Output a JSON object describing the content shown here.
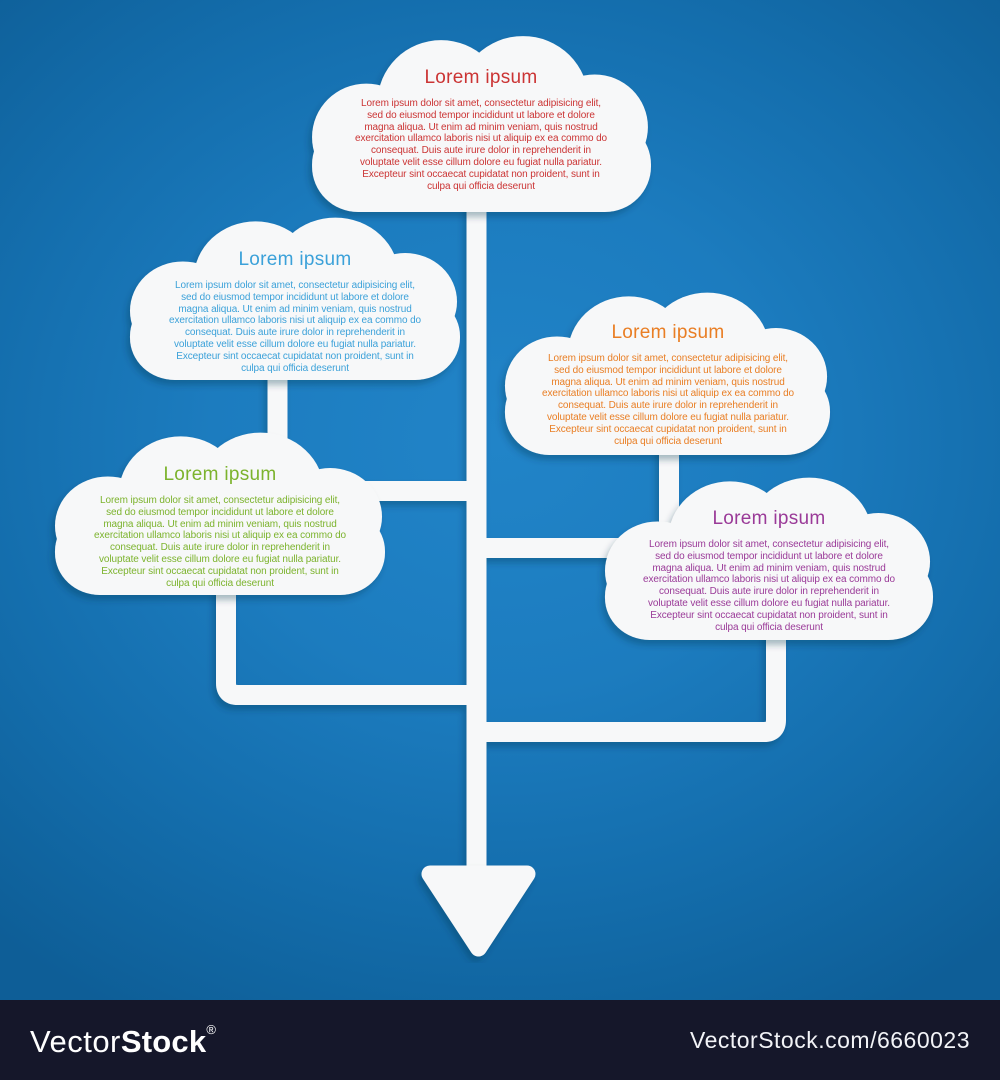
{
  "clouds": [
    {
      "id": "top",
      "title": "Lorem ipsum",
      "color": "#cb3434",
      "body": "Lorem ipsum dolor sit amet, consectetur adipisicing elit, sed do eiusmod tempor incididunt ut labore et dolore magna aliqua. Ut enim ad minim veniam, quis nostrud exercitation ullamco laboris nisi ut aliquip ex ea commo do consequat. Duis aute irure dolor in reprehenderit in voluptate velit esse cillum dolore eu fugiat nulla pariatur. Excepteur sint occaecat cupidatat non proident, sunt in culpa qui officia deserunt"
    },
    {
      "id": "left-upper",
      "title": "Lorem ipsum",
      "color": "#3ba1d9",
      "body": "Lorem ipsum dolor sit amet, consectetur adipisicing elit, sed do eiusmod tempor incididunt ut labore et dolore magna aliqua. Ut enim ad minim veniam, quis nostrud exercitation ullamco laboris nisi ut aliquip ex ea commo do consequat. Duis aute irure dolor in reprehenderit in voluptate velit esse cillum dolore eu fugiat nulla pariatur. Excepteur sint occaecat cupidatat non proident, sunt in culpa qui officia deserunt"
    },
    {
      "id": "right-upper",
      "title": "Lorem ipsum",
      "color": "#e97e24",
      "body": "Lorem ipsum dolor sit amet, consectetur adipisicing elit, sed do eiusmod tempor incididunt ut labore et dolore magna aliqua. Ut enim ad minim veniam, quis nostrud exercitation ullamco laboris nisi ut aliquip ex ea commo do consequat. Duis aute irure dolor in reprehenderit in voluptate velit esse cillum dolore eu fugiat nulla pariatur. Excepteur sint occaecat cupidatat non proident, sunt in culpa qui officia deserunt"
    },
    {
      "id": "left-lower",
      "title": "Lorem ipsum",
      "color": "#7cb32d",
      "body": "Lorem ipsum dolor sit amet, consectetur adipisicing elit, sed do eiusmod tempor incididunt ut labore et dolore magna aliqua. Ut enim ad minim veniam, quis nostrud exercitation ullamco laboris nisi ut aliquip ex ea commo do consequat. Duis aute irure dolor in reprehenderit in voluptate velit esse cillum dolore eu fugiat nulla pariatur. Excepteur sint occaecat cupidatat non proident, sunt in culpa qui officia deserunt"
    },
    {
      "id": "right-lower",
      "title": "Lorem ipsum",
      "color": "#9a3a98",
      "body": "Lorem ipsum dolor sit amet, consectetur adipisicing elit, sed do eiusmod tempor incididunt ut labore et dolore magna aliqua. Ut enim ad minim veniam, quis nostrud exercitation ullamco laboris nisi ut aliquip ex ea commo do consequat. Duis aute irure dolor in reprehenderit in voluptate velit esse cillum dolore eu fugiat nulla pariatur. Excepteur sint occaecat cupidatat non proident, sunt in culpa qui officia deserunt"
    }
  ],
  "colors": {
    "background_center": "#2184c8",
    "background_edge": "#0e5e97",
    "cloud_fill": "#f7f8f9",
    "connector_fill": "#f7f8f9",
    "watermark_bar": "#15172a"
  },
  "watermark": {
    "brand_prefix": "Vector",
    "brand_suffix": "Stock",
    "registered": "®",
    "credit": "VectorStock.com/6660023"
  }
}
